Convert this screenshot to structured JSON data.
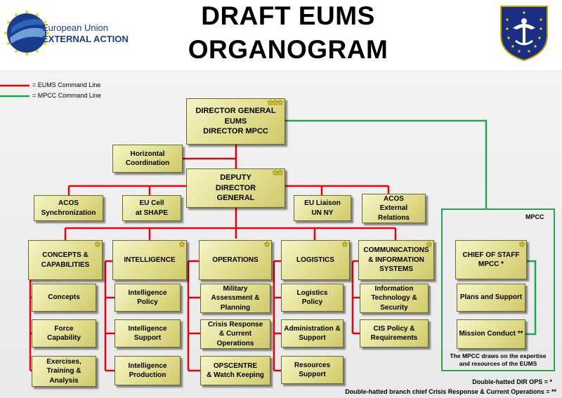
{
  "header": {
    "logo_line1": "European Union",
    "logo_line2": "EXTERNAL ACTION",
    "title_line1": "DRAFT EUMS",
    "title_line2": "ORGANOGRAM"
  },
  "legend": {
    "eums_line": "= EUMS  Command Line",
    "mpcc_line": "= MPCC  Command Line",
    "eums_color": "#e8000b",
    "mpcc_color": "#1fa84f"
  },
  "boxes": {
    "director_general": "DIRECTOR GENERAL\nEUMS\nDIRECTOR MPCC",
    "horizontal_coordination": "Horizontal\nCoordination",
    "deputy_director_general": "DEPUTY\nDIRECTOR\nGENERAL",
    "acos_sync": "ACOS\nSynchronization",
    "eu_cell_shape": "EU Cell\nat SHAPE",
    "eu_liaison_un": "EU Liaison\nUN NY",
    "acos_external": "ACOS\nExternal\nRelations",
    "concepts_capabilities": "CONCEPTS &\nCAPABILITIES",
    "intelligence": "INTELLIGENCE",
    "operations": "OPERATIONS",
    "logistics": "LOGISTICS",
    "communications": "COMMUNICATIONS\n& INFORMATION\nSYSTEMS",
    "concepts": "Concepts",
    "force_capability": "Force\nCapability",
    "exercises": "Exercises,\nTraining &\nAnalysis",
    "intel_policy": "Intelligence\nPolicy",
    "intel_support": "Intelligence\nSupport",
    "intel_production": "Intelligence\nProduction",
    "military_assessment": "Military\nAssessment &\nPlanning",
    "crisis_response": "Crisis Response\n& Current\nOperations",
    "opscentre": "OPSCENTRE\n& Watch Keeping",
    "logistics_policy": "Logistics\nPolicy",
    "admin_support": "Administration &\nSupport",
    "resources_support": "Resources\nSupport",
    "it_security": "Information\nTechnology &\nSecurity",
    "cis_policy": "CIS Policy &\nRequirements",
    "chief_of_staff": "CHIEF OF STAFF\nMPCC *",
    "plans_support": "Plans and Support",
    "mission_conduct": "Mission Conduct **"
  },
  "stars": {
    "director_general": "★★★",
    "deputy_director_general": "★★",
    "concepts_capabilities": "★",
    "intelligence": "★",
    "operations": "★",
    "logistics": "★",
    "communications": "★",
    "chief_of_staff": "★"
  },
  "mpcc": {
    "label": "MPCC",
    "note": "The MPCC draws on the expertise\nand resources of the EUMS"
  },
  "footnotes": {
    "dir_ops": "Double-hatted DIR OPS =   *",
    "branch_chief": "Double-hatted branch chief Crisis Response & Current Operations = **"
  }
}
